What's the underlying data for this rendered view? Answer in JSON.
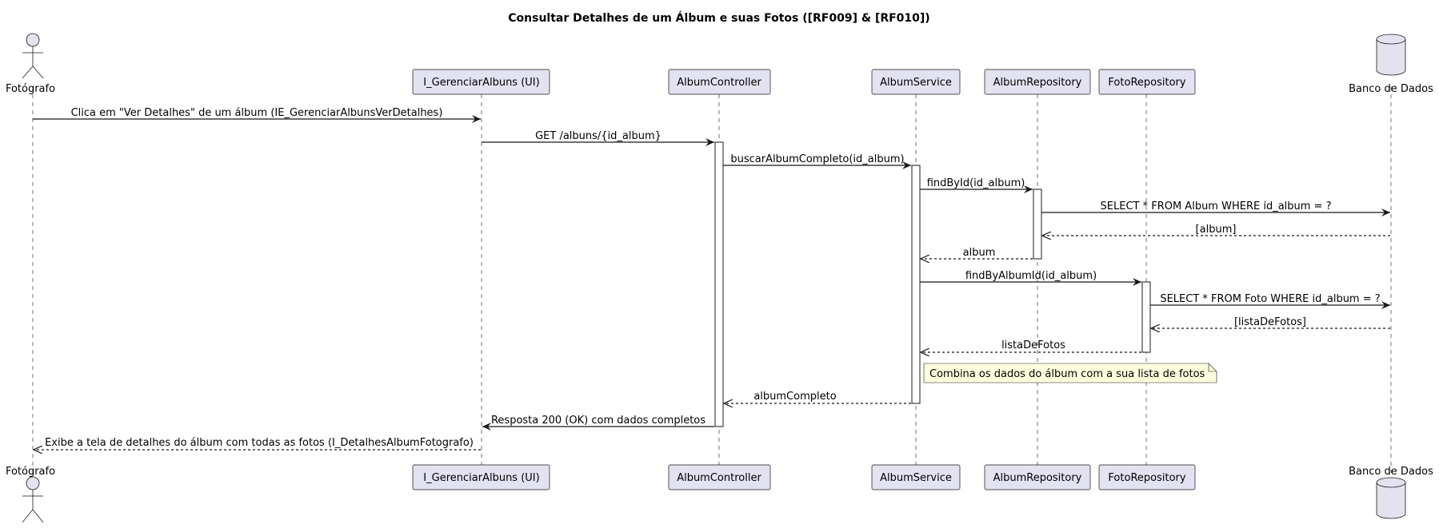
{
  "title": "Consultar Detalhes de um Álbum e suas Fotos ([RF009] & [RF010])",
  "participants": {
    "fotografo": "Fotógrafo",
    "ui": "I_GerenciarAlbuns (UI)",
    "controller": "AlbumController",
    "service": "AlbumService",
    "album_repo": "AlbumRepository",
    "foto_repo": "FotoRepository",
    "db": "Banco de Dados"
  },
  "messages": {
    "m1": "Clica em \"Ver Detalhes\" de um álbum (IE_GerenciarAlbunsVerDetalhes)",
    "m2": "GET /albuns/{id_album}",
    "m3": "buscarAlbumCompleto(id_album)",
    "m4": "findById(id_album)",
    "m5": "SELECT * FROM Album WHERE id_album = ?",
    "m6": "[album]",
    "m7": "album",
    "m8": "findByAlbumId(id_album)",
    "m9": "SELECT * FROM Foto WHERE id_album = ?",
    "m10": "[listaDeFotos]",
    "m11": "listaDeFotos",
    "m12": "albumCompleto",
    "m13": "Resposta 200 (OK) com dados completos",
    "m14": "Exibe a tela de detalhes do álbum com todas as fotos (I_DetalhesAlbumFotografo)"
  },
  "note": "Combina os dados do álbum com a sua lista de fotos",
  "colors": {
    "participant_fill": "#E2E2F0",
    "note_fill": "#FEFFDD",
    "line": "#181818"
  }
}
